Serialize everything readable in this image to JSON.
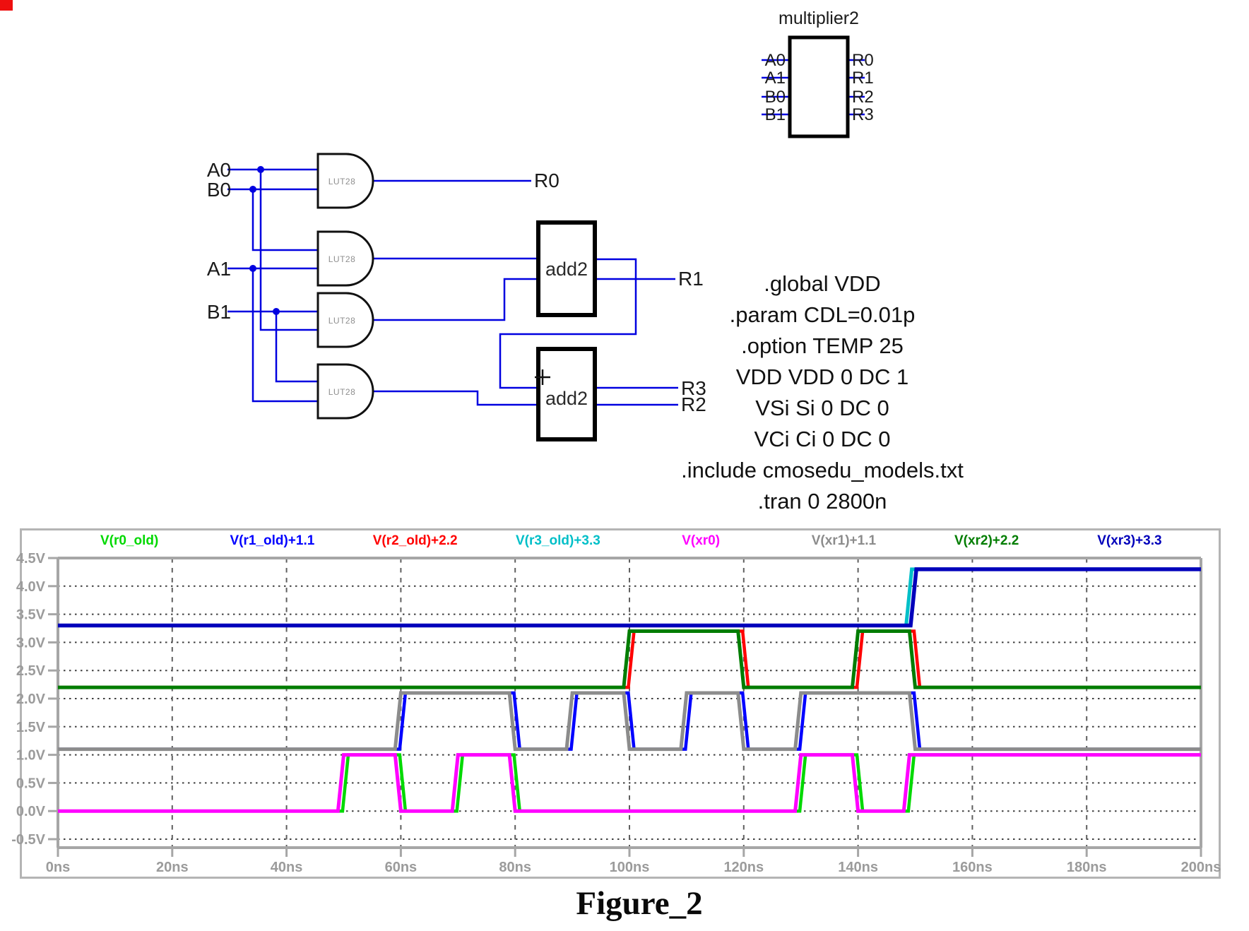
{
  "schematic": {
    "symbol": {
      "title": "multiplier2",
      "left_pins": [
        "A0",
        "A1",
        "B0",
        "B1"
      ],
      "right_pins": [
        "R0",
        "R1",
        "R2",
        "R3"
      ]
    },
    "gate_label": "LUT28",
    "adder_label": "add2",
    "net_inputs": [
      "A0",
      "B0",
      "A1",
      "B1"
    ],
    "net_outputs": [
      "R0",
      "R1",
      "R3",
      "R2"
    ],
    "wire_color": "#0000e0"
  },
  "spice_directives": {
    "lines": [
      ".global VDD",
      ".param CDL=0.01p",
      ".option TEMP 25",
      "VDD VDD 0 DC 1",
      "VSi Si 0 DC 0",
      "VCi Ci 0 DC 0",
      ".include cmosedu_models.txt",
      ".tran 0 2800n"
    ]
  },
  "caption": "Figure_2",
  "chart_data": {
    "type": "line",
    "title": "",
    "xlim": [
      0,
      200
    ],
    "ylim": [
      -0.5,
      4.5
    ],
    "x_unit": "ns",
    "y_unit": "V",
    "grid": {
      "vertical": "dashed",
      "horizontal": "dotted"
    },
    "legend_position": "top",
    "xticks": {
      "values": [
        0,
        20,
        40,
        60,
        80,
        100,
        120,
        140,
        160,
        180,
        200
      ],
      "labels": [
        "0ns",
        "20ns",
        "40ns",
        "60ns",
        "80ns",
        "100ns",
        "120ns",
        "140ns",
        "160ns",
        "180ns",
        "200ns"
      ]
    },
    "yticks": {
      "values": [
        4.5,
        4.0,
        3.5,
        3.0,
        2.5,
        2.0,
        1.5,
        1.0,
        0.5,
        0.0,
        -0.5
      ],
      "labels": [
        "4.5V",
        "4.0V",
        "3.5V",
        "3.0V",
        "2.5V",
        "2.0V",
        "1.5V",
        "1.0V",
        "0.5V",
        "0.0V",
        "-0.5V"
      ]
    },
    "series": [
      {
        "name": "V(r0_old)",
        "color": "#00d900",
        "width": 4.5,
        "points": [
          [
            0,
            0
          ],
          [
            49.8,
            0
          ],
          [
            50.8,
            1
          ],
          [
            59.8,
            1
          ],
          [
            60.8,
            0
          ],
          [
            69.8,
            0
          ],
          [
            70.8,
            1
          ],
          [
            79.8,
            1
          ],
          [
            80.8,
            0
          ],
          [
            129.8,
            0
          ],
          [
            130.8,
            1
          ],
          [
            139.8,
            1
          ],
          [
            140.8,
            0
          ],
          [
            148.8,
            0
          ],
          [
            149.8,
            1
          ],
          [
            200,
            1
          ]
        ]
      },
      {
        "name": "V(r1_old)+1.1",
        "color": "#0000ff",
        "width": 4.5,
        "points": [
          [
            0,
            1.1
          ],
          [
            59.8,
            1.1
          ],
          [
            60.8,
            2.1
          ],
          [
            79.8,
            2.1
          ],
          [
            80.8,
            1.1
          ],
          [
            89.8,
            1.1
          ],
          [
            90.8,
            2.1
          ],
          [
            99.8,
            2.1
          ],
          [
            100.8,
            1.1
          ],
          [
            109.8,
            1.1
          ],
          [
            110.8,
            2.1
          ],
          [
            119.8,
            2.1
          ],
          [
            120.8,
            1.1
          ],
          [
            129.8,
            1.1
          ],
          [
            130.8,
            2.1
          ],
          [
            149.8,
            2.1
          ],
          [
            150.8,
            1.1
          ],
          [
            200,
            1.1
          ]
        ]
      },
      {
        "name": "V(r2_old)+2.2",
        "color": "#ff0000",
        "width": 4.5,
        "points": [
          [
            0,
            2.2
          ],
          [
            99.8,
            2.2
          ],
          [
            100.8,
            3.2
          ],
          [
            119.8,
            3.2
          ],
          [
            120.8,
            2.2
          ],
          [
            139.8,
            2.2
          ],
          [
            140.8,
            3.2
          ],
          [
            149.8,
            3.2
          ],
          [
            150.8,
            2.2
          ],
          [
            200,
            2.2
          ]
        ]
      },
      {
        "name": "V(r3_old)+3.3",
        "color": "#00bfc8",
        "width": 5,
        "points": [
          [
            0,
            3.3
          ],
          [
            148.4,
            3.3
          ],
          [
            149.4,
            4.3
          ],
          [
            200,
            4.3
          ]
        ]
      },
      {
        "name": "V(xr0)",
        "color": "#ff00ff",
        "width": 5,
        "points": [
          [
            0,
            0
          ],
          [
            49,
            0
          ],
          [
            50,
            1
          ],
          [
            59,
            1
          ],
          [
            60,
            0
          ],
          [
            69,
            0
          ],
          [
            70,
            1
          ],
          [
            79,
            1
          ],
          [
            80,
            0
          ],
          [
            129,
            0
          ],
          [
            130,
            1
          ],
          [
            139,
            1
          ],
          [
            140,
            0
          ],
          [
            148,
            0
          ],
          [
            149,
            1
          ],
          [
            200,
            1
          ]
        ]
      },
      {
        "name": "V(xr1)+1.1",
        "color": "#8c8c8c",
        "width": 5,
        "points": [
          [
            0,
            1.1
          ],
          [
            59,
            1.1
          ],
          [
            60,
            2.1
          ],
          [
            79,
            2.1
          ],
          [
            80,
            1.1
          ],
          [
            89,
            1.1
          ],
          [
            90,
            2.1
          ],
          [
            99,
            2.1
          ],
          [
            100,
            1.1
          ],
          [
            109,
            1.1
          ],
          [
            110,
            2.1
          ],
          [
            119,
            2.1
          ],
          [
            120,
            1.1
          ],
          [
            129,
            1.1
          ],
          [
            130,
            2.1
          ],
          [
            149,
            2.1
          ],
          [
            150,
            1.1
          ],
          [
            200,
            1.1
          ]
        ]
      },
      {
        "name": "V(xr2)+2.2",
        "color": "#007d00",
        "width": 5,
        "points": [
          [
            0,
            2.2
          ],
          [
            99,
            2.2
          ],
          [
            100,
            3.2
          ],
          [
            119,
            3.2
          ],
          [
            120,
            2.2
          ],
          [
            139,
            2.2
          ],
          [
            140,
            3.2
          ],
          [
            149,
            3.2
          ],
          [
            150,
            2.2
          ],
          [
            200,
            2.2
          ]
        ]
      },
      {
        "name": "V(xr3)+3.3",
        "color": "#0000bb",
        "width": 5.5,
        "points": [
          [
            0,
            3.3
          ],
          [
            149.2,
            3.3
          ],
          [
            150.2,
            4.3
          ],
          [
            200,
            4.3
          ]
        ]
      }
    ]
  }
}
